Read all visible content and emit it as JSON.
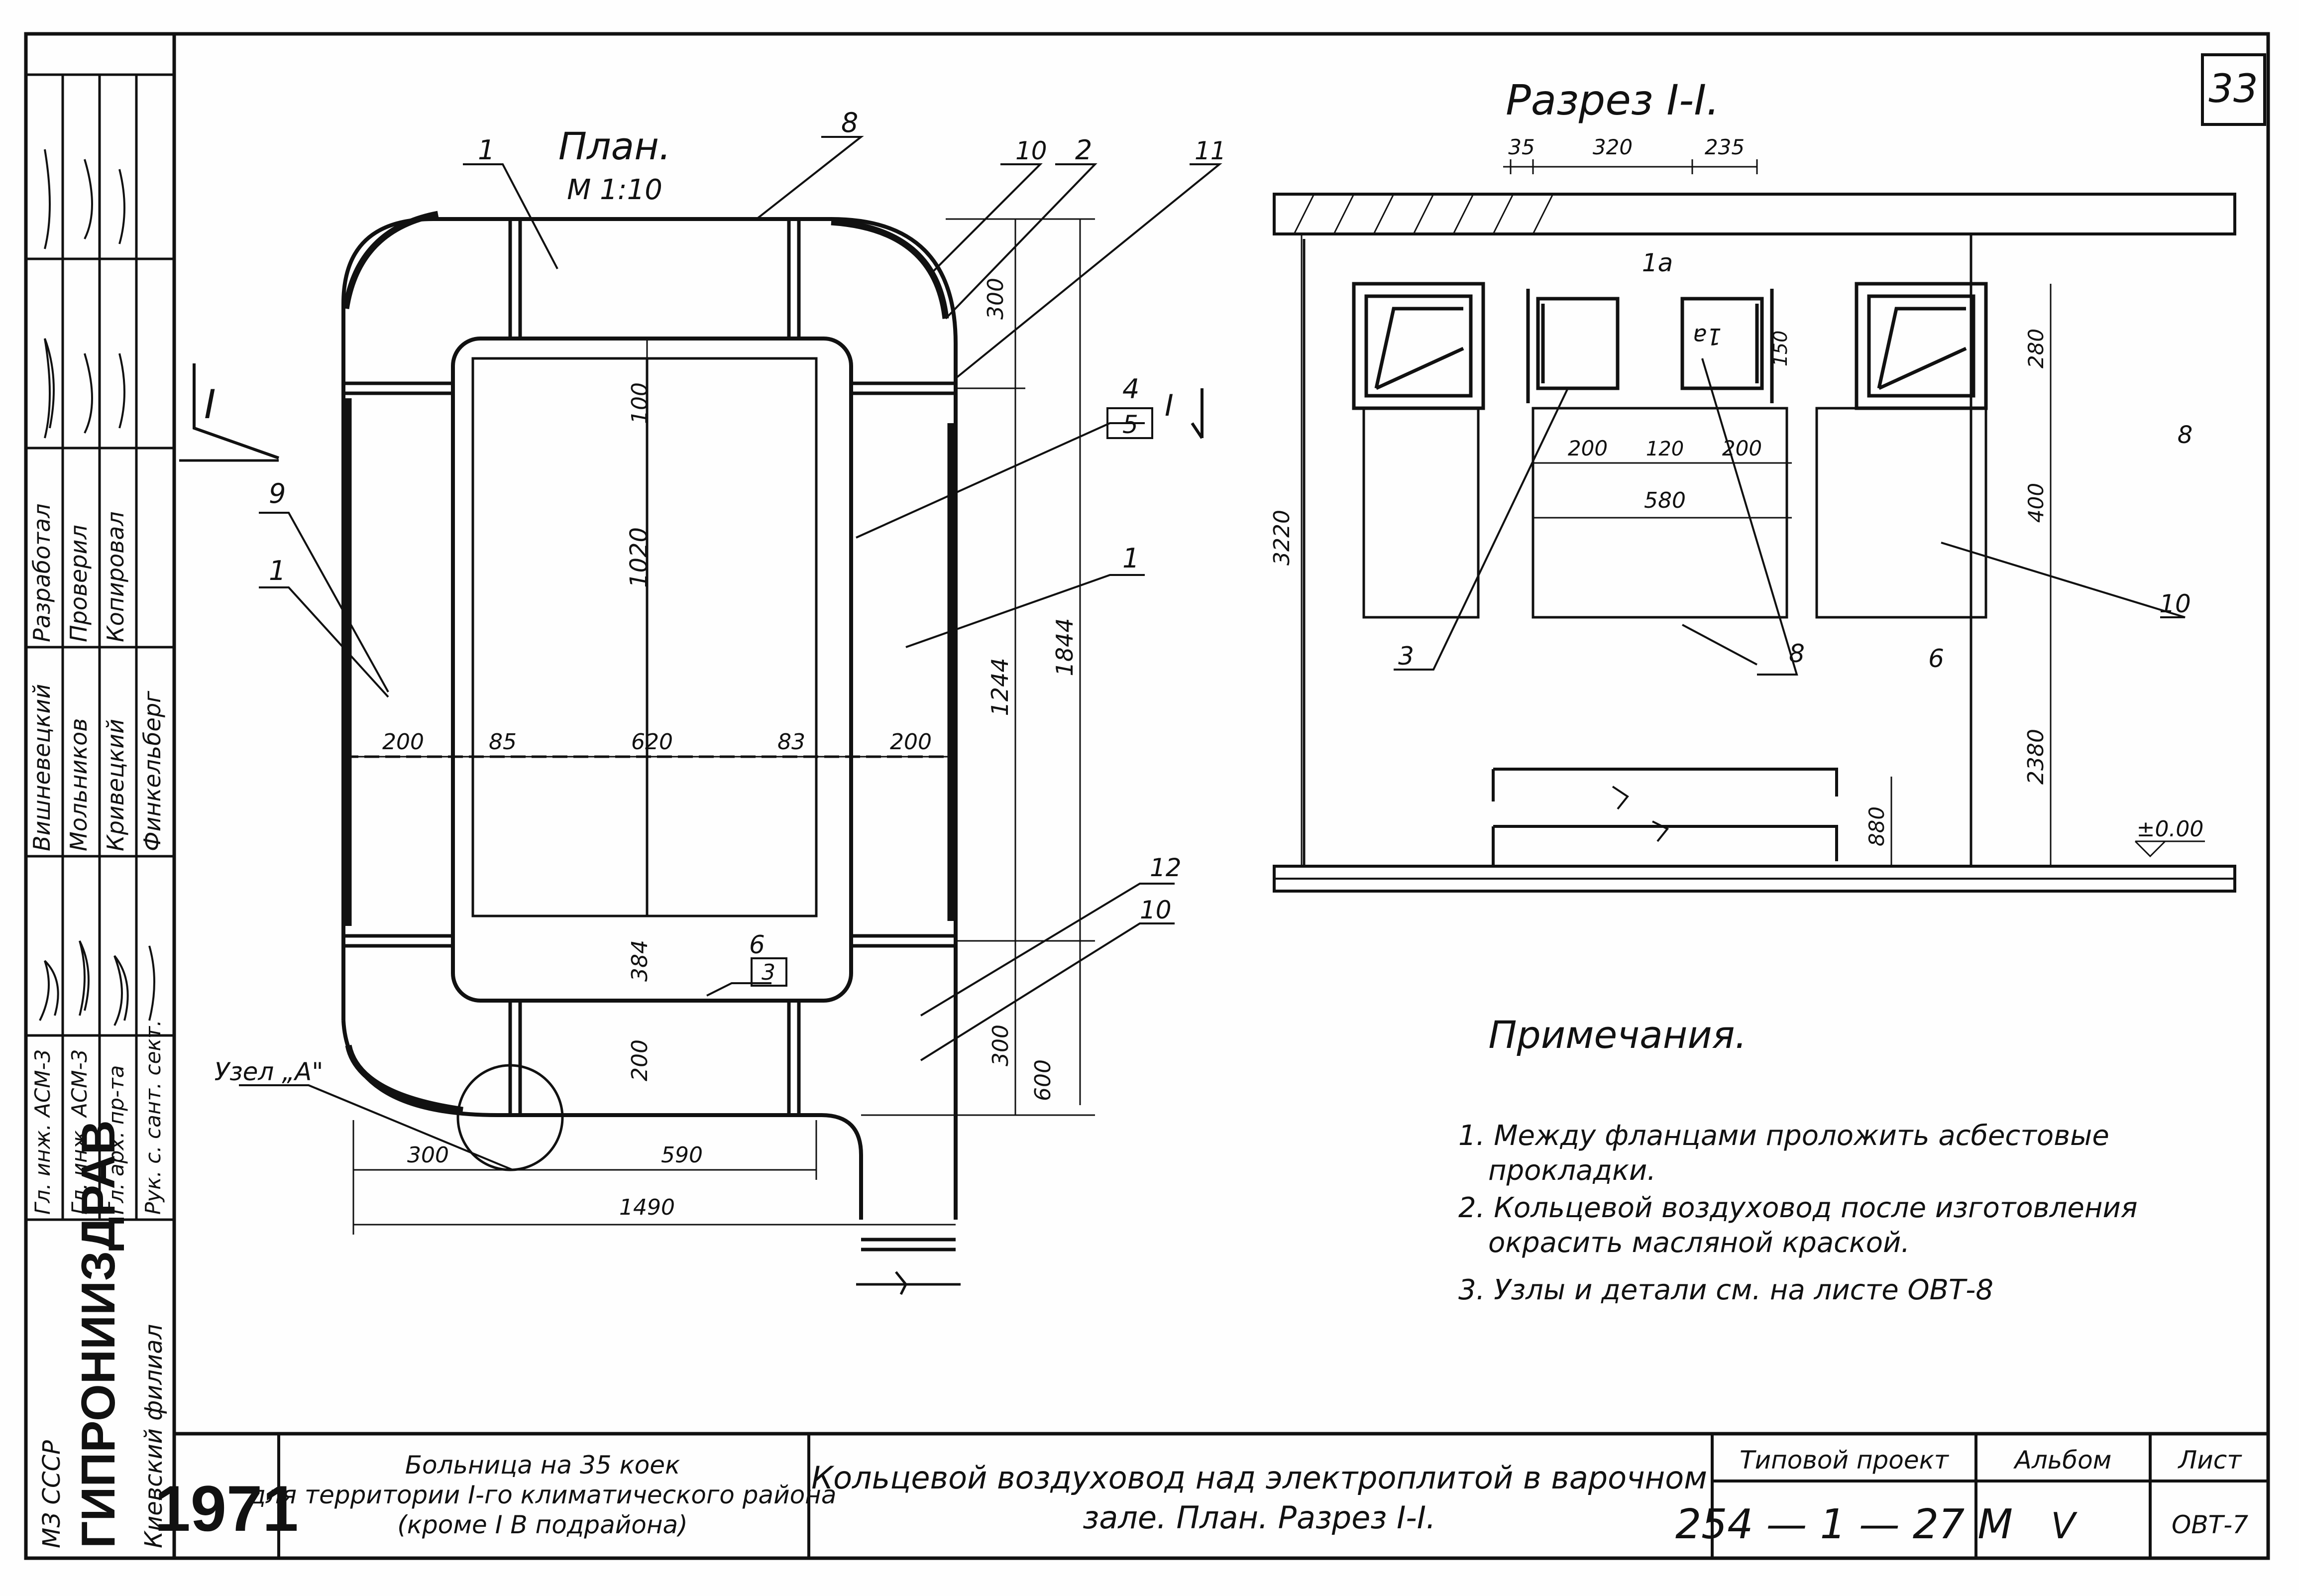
{
  "sheet_number": "33",
  "plan": {
    "title": "План.",
    "scale": "М 1:10",
    "callouts": [
      "1",
      "8",
      "10",
      "2",
      "11",
      "4",
      "5",
      "I",
      "1",
      "9",
      "1",
      "12",
      "10",
      "6",
      "3"
    ],
    "dims": {
      "d100": "100",
      "d1020": "1020",
      "d200a": "200",
      "d85": "85",
      "d620": "620",
      "d83": "83",
      "d200b": "200",
      "d384": "384",
      "d200c": "200",
      "d300a": "300",
      "d590": "590",
      "d1490": "1490",
      "d300b": "300",
      "d1244": "1244",
      "d1844": "1844",
      "d300c": "300",
      "d600": "600"
    },
    "node_label": "Узел „А\"",
    "section_mark": "I"
  },
  "section": {
    "title": "Разрез I-I.",
    "dims": {
      "d35": "35",
      "d320": "320",
      "d235": "235",
      "d280": "280",
      "d200a": "200",
      "d120": "120",
      "d200b": "200",
      "d580": "580",
      "d400": "400",
      "d150": "150",
      "d3220": "3220",
      "d2380": "2380",
      "d880": "880",
      "level": "±0.00"
    },
    "callouts": [
      "1a",
      "1a",
      "8",
      "3",
      "8",
      "6",
      "10"
    ]
  },
  "notes": {
    "title": "Примечания.",
    "items": [
      "1. Между фланцами проложить асбестовые",
      "прокладки.",
      "2. Кольцевой воздуховод после изготовления",
      "окрасить масляной краской.",
      "3. Узлы и детали см. на листе ОВТ-8"
    ]
  },
  "left_strip": {
    "roles_col1": [
      "Гл. инж. АСМ-3",
      "Гл. инж. АСМ-3",
      "Гл. арх. пр-та",
      "Рук. с. сант. сект."
    ],
    "roles_col2": [
      "Разработал",
      "Проверил",
      "Копировал"
    ],
    "names_col": [
      "Вишневецкий",
      "Мольников",
      "Кривецкий",
      "Финкельберг"
    ],
    "org_lines": [
      "МЗ СССР",
      "ГИПРОНИИЗДРАВ",
      "Киевский филиал"
    ]
  },
  "title_block": {
    "year": "1971",
    "project_desc": [
      "Больница на 35 коек",
      "для территории I-го климатического района",
      "(кроме I В подрайона)"
    ],
    "drawing_title": [
      "Кольцевой воздуховод над электроплитой в варочном",
      "зале. План. Разрез I-I."
    ],
    "type_label": "Типовой проект",
    "type_value": "254 — 1 — 27 М",
    "album_label": "Альбом",
    "album_value": "V",
    "sheet_label": "Лист",
    "sheet_value": "ОВТ-7"
  }
}
